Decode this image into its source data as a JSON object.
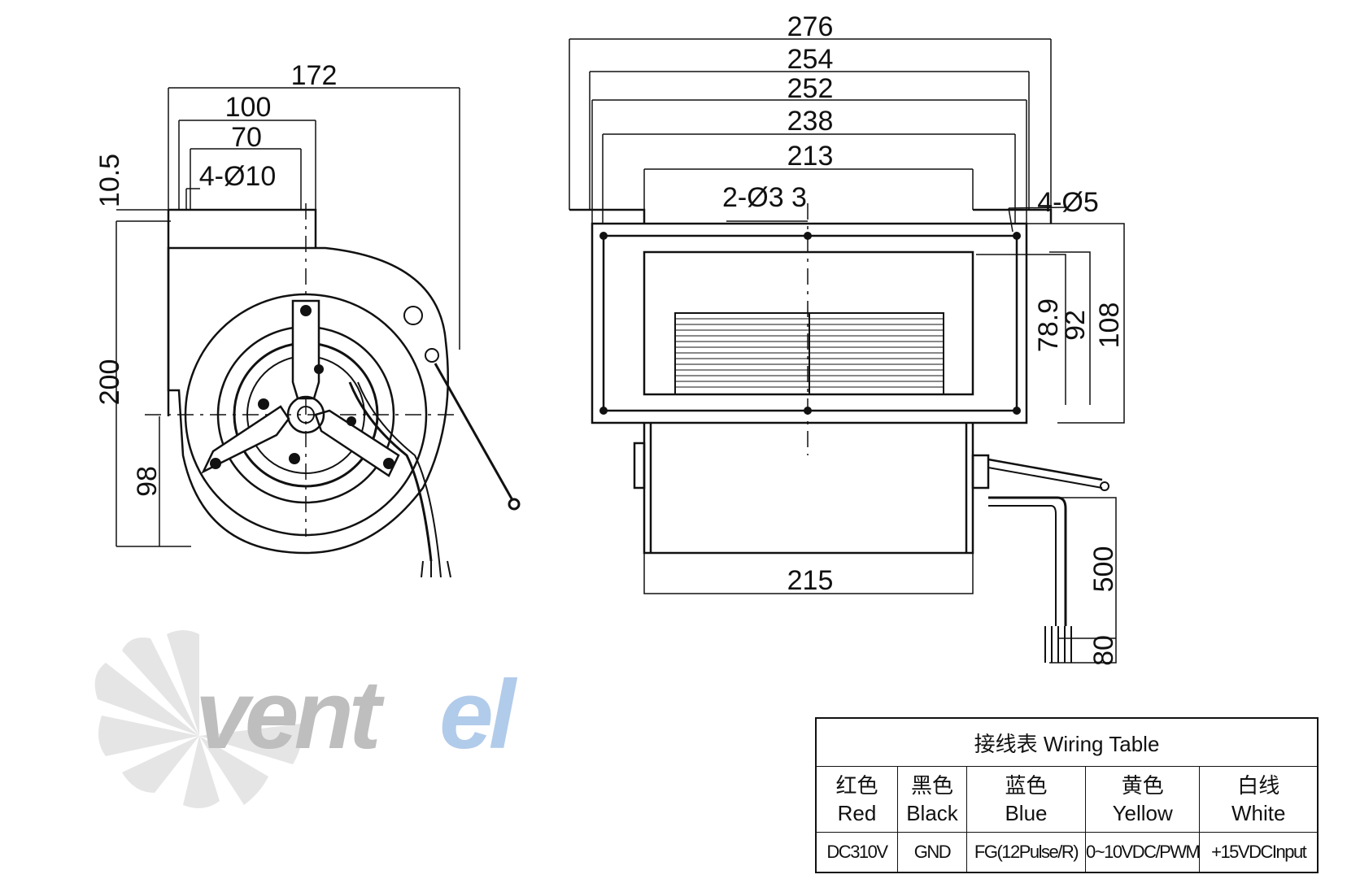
{
  "dimensions": {
    "side_view": [
      "172",
      "100",
      "70",
      "4-Ø10",
      "10.5",
      "200",
      "98"
    ],
    "front_view": [
      "276",
      "254",
      "252",
      "238",
      "213",
      "2-Ø3 3",
      "4-Ø5",
      "78.9",
      "92",
      "108",
      "215",
      "500",
      "80"
    ]
  },
  "logo": {
    "text": "ventel",
    "colors": {
      "vent": "#b8b8b8",
      "el": "#a9c6e8"
    }
  },
  "wiring_table": {
    "title": "接线表 Wiring Table",
    "wires": [
      {
        "color_cn": "红色",
        "color_en": "Red",
        "function": "DC310V"
      },
      {
        "color_cn": "黑色",
        "color_en": "Black",
        "function": "GND"
      },
      {
        "color_cn": "蓝色",
        "color_en": "Blue",
        "function": "FG(12Pulse/R)"
      },
      {
        "color_cn": "黄色",
        "color_en": "Yellow",
        "function": "0~10VDC/PWM"
      },
      {
        "color_cn": "白线",
        "color_en": "White",
        "function": "+15VDCInput"
      }
    ]
  }
}
